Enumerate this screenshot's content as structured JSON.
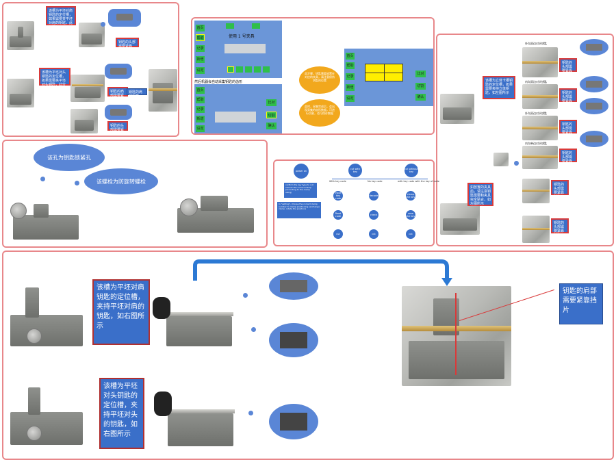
{
  "panel1": {
    "label_a": "该槽为平坯对肩钥匙的定位槽，如果需要夹平坯对肩的钥匙，此位置扣平",
    "label_b": "该槽为平坯对头钥匙的定位槽，如果需要夹平坯对头钥匙，此位置扣平",
    "label_c": "钥匙的头部需要紧靠",
    "label_d": "钥匙的肩部需要紧靠",
    "label_e": "钥匙的头部需要紧靠",
    "arrow_label": "钥匙的肩部需要"
  },
  "panel2": {
    "title": "使用 1 号夹具",
    "caption": "然后机器会自动采集钥匙的齿形",
    "menu_top": [
      "首页",
      "帮助",
      "记录",
      "新增",
      "设定"
    ],
    "menu_bottom": [
      "首页",
      "帮助",
      "记录",
      "新增",
      "设定"
    ],
    "right_top": [
      "首页",
      "帮助",
      "记录",
      "新增",
      "设定"
    ],
    "actions_top": [
      "比对",
      "切割",
      "确认"
    ],
    "actions_bottom": [
      "比对",
      "切割",
      "确认"
    ],
    "bubble_1": "此步骤，钥匙需要放置在对应的夹具，请注意保持钥匙的位置",
    "bubble_2": "此时，采集完成后，会出现采集的齿形数据，可进行切割，也可保存数据"
  },
  "panel3": {
    "label_a": "该槽为立体卡槽钥匙的定位槽，如果需要夹持立体钥匙，如左图所示",
    "label_b": "如放置的夹具后，请注意钥匙需要和夹具完全贴合，如左图所示",
    "captions": [
      "外沟双边对头钥匙",
      "内沟双边对头钥匙",
      "外沟双边对头钥匙",
      "内沟单边对头钥匙"
    ],
    "notes": [
      "钥匙的头部需要紧靠挡片",
      "钥匙的头部需要紧靠挡片",
      "钥匙的头部需要紧靠挡片",
      "钥匙的头部需要紧靠挡片",
      "钥匙的头部需要紧靠挡片",
      "钥匙的头部需要紧靠挡片"
    ]
  },
  "panel4": {
    "cloud_1": "该孔为钥匙锁紧孔",
    "cloud_2": "该螺栓为防旋转螺栓"
  },
  "panel5": {
    "nodes": {
      "power_on": "power on",
      "confirm": "confirm the key type to cut choose the correct clamp (according to the clamp using)",
      "setting": "In \"setting\", choose the correct clamp number to clamp positioning (exchange clamp, rotate the position)",
      "cut_side": "cut with key",
      "cut_without": "cut without key",
      "with_key_code": "With key code",
      "no_key_code": "No key code",
      "with_key_code_2": "with key code with the key of code"
    },
    "step_labels": [
      "input key code",
      "decode",
      "clamp the key",
      "Read code",
      "check",
      "save the key",
      "cut",
      "cut",
      "cut"
    ]
  },
  "panel6": {
    "label_a": "该槽为平坯对肩钥匙的定位槽，夹持平坯对肩的钥匙，如右图所示",
    "label_b": "该槽为平坯对头钥匙的定位槽，夹持平坯对头的钥匙，如右图所示",
    "label_c": "钥匙的肩部需要紧靠挡片"
  }
}
